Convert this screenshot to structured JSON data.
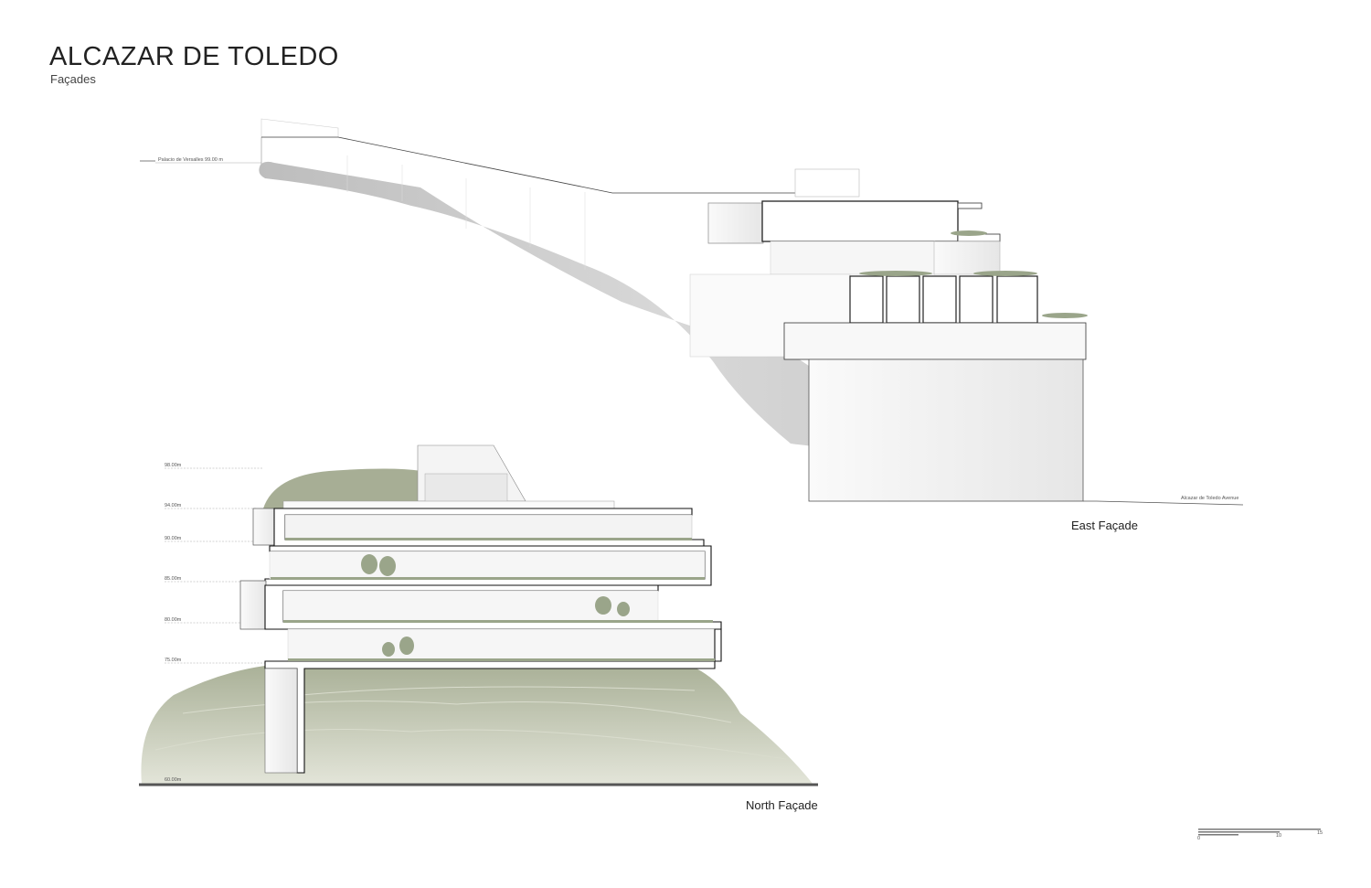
{
  "sheet": {
    "title": "ALCAZAR DE TOLEDO",
    "subtitle": "Façades"
  },
  "east_facade": {
    "caption": "East Façade",
    "top_level_label": "Palacio de Versalles  99.00 m",
    "street_label": "Alcazar de Toledo Avenue"
  },
  "north_facade": {
    "caption": "North Façade",
    "levels": [
      "98.00m",
      "94.00m",
      "90.00m",
      "85.00m",
      "80.00m",
      "75.00m",
      "60.00m"
    ]
  },
  "scale_bar": {
    "ticks": [
      "0",
      "10",
      "15"
    ]
  },
  "colors": {
    "vegetation": "#9aa58a",
    "terrain": "#c9cdb8",
    "rock": "#cfcfcf",
    "line": "#333333"
  }
}
